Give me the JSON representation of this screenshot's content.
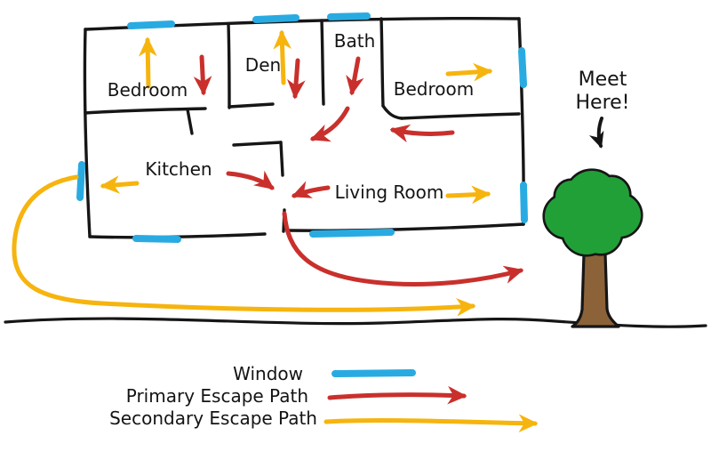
{
  "rooms": {
    "bedroom_left": "Bedroom",
    "den": "Den",
    "bath": "Bath",
    "bedroom_right": "Bedroom",
    "kitchen": "Kitchen",
    "living_room": "Living Room"
  },
  "meeting_point": {
    "line1": "Meet",
    "line2": "Here!"
  },
  "legend": {
    "window_label": "Window",
    "primary_label": "Primary Escape Path",
    "secondary_label": "Secondary Escape Path"
  },
  "colors": {
    "window": "#29ABE2",
    "primary": "#C9302C",
    "secondary": "#F6B40E",
    "tree_canopy": "#21A038",
    "tree_trunk": "#8C6239",
    "ink": "#141414"
  }
}
